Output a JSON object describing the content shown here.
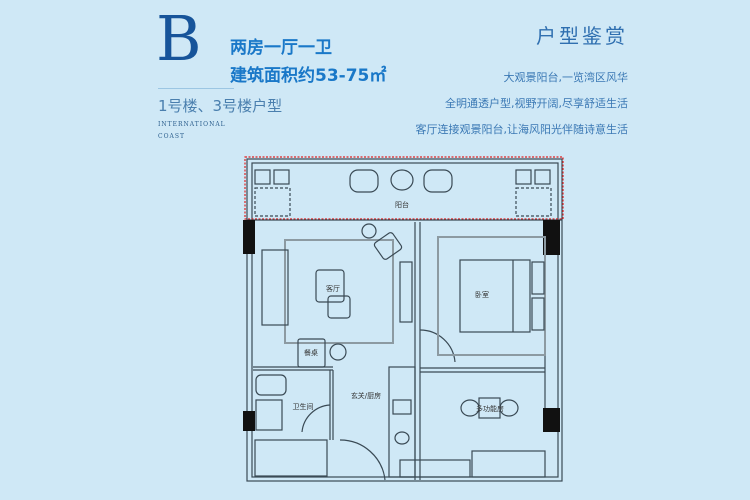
{
  "unit": {
    "letter": "B",
    "layout": "两房一厅一卫",
    "area": "建筑面积约53-75㎡",
    "buildings": "1号楼、3号楼户型",
    "brand_line1": "INTERNATIONAL",
    "brand_line2": "COAST"
  },
  "appreciation": {
    "title": "户型鉴赏",
    "features": [
      "大观景阳台,一览湾区风华",
      "全明通透户型,视野开阔,尽享舒适生活",
      "客厅连接观景阳台,让海风阳光伴随诗意生活"
    ]
  },
  "floorplan": {
    "rooms": {
      "balcony": "阳台",
      "living": "客厅",
      "bedroom": "卧室",
      "dining": "餐桌",
      "bathroom": "卫生间",
      "entry_kitchen": "玄关/厨房",
      "multipurpose": "多功能房"
    },
    "colors": {
      "background": "#cfe8f6",
      "wall": "#3a4a55",
      "balcony_highlight": "#e02020"
    }
  }
}
